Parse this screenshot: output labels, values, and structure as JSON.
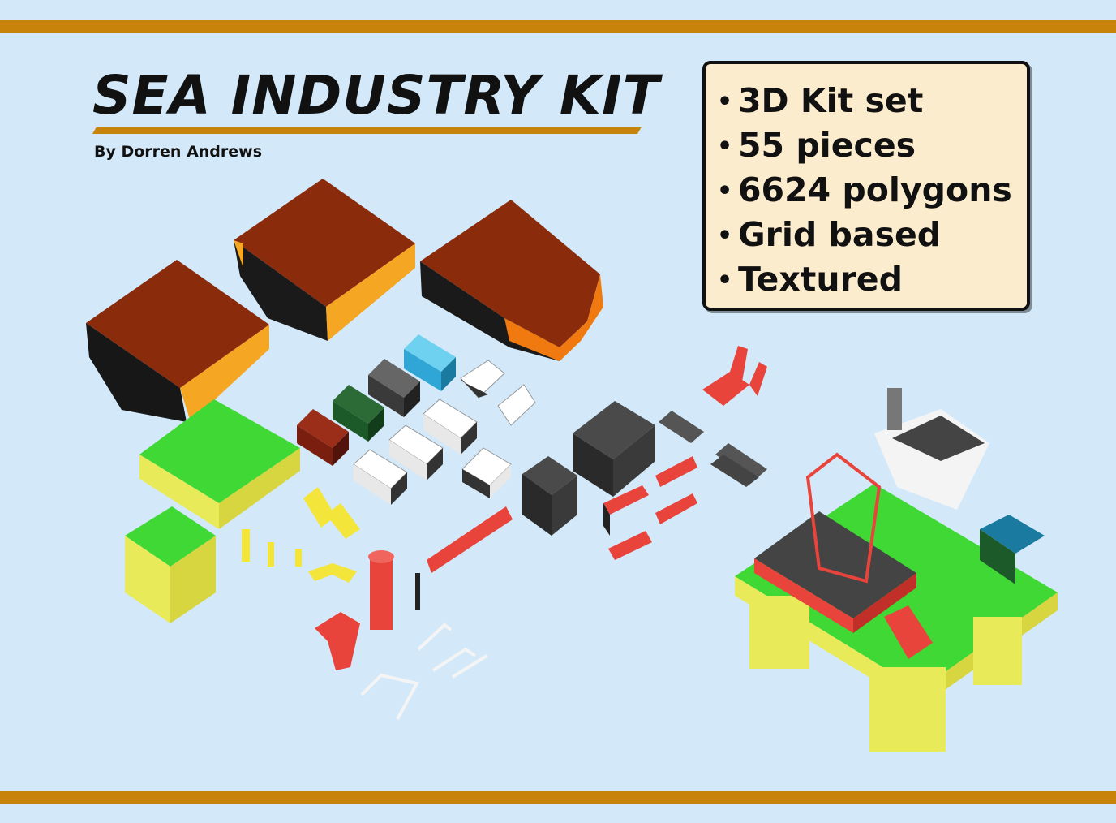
{
  "header": {
    "title": "SEA INDUSTRY KIT",
    "byline": "By Dorren Andrews"
  },
  "features": [
    "3D Kit set",
    "55 pieces",
    "6624 polygons",
    "Grid based",
    "Textured"
  ],
  "colors": {
    "background": "#d3e9f9",
    "stripe": "#c8840a",
    "feature_box": "#fbecce",
    "roof_brown": "#8a2c0c",
    "hull_orange": "#f5a623",
    "deck_green": "#3fd835",
    "pontoon_yellow": "#e9ea5a",
    "steel_red": "#e8443c",
    "container_blue": "#2fa6d6",
    "container_green": "#1d5a2a",
    "container_red": "#7a1f10"
  }
}
